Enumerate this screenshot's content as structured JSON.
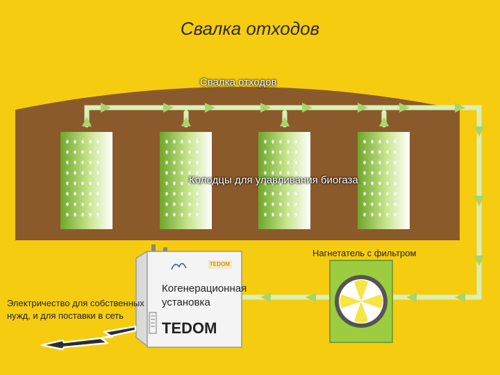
{
  "title": "Свалка отходов",
  "labels": {
    "landfill": "Свалка отходов",
    "wells": "Колодцы для улавливания биогаза",
    "blower": "Нагнетатель с фильтром",
    "electricity_line1": "Электричество для собственных",
    "electricity_line2": "нужд, и для поставки в сеть",
    "unit_line1": "Когенерационная",
    "unit_line2": "установка",
    "unit_brand": "TEDOM",
    "unit_badge": "TEDOM"
  },
  "colors": {
    "background": "#f6cc10",
    "ground": "#8b5a2b",
    "pipe": "#d9f0b8",
    "well": "#8dc03c",
    "fan": "#f5e642"
  }
}
